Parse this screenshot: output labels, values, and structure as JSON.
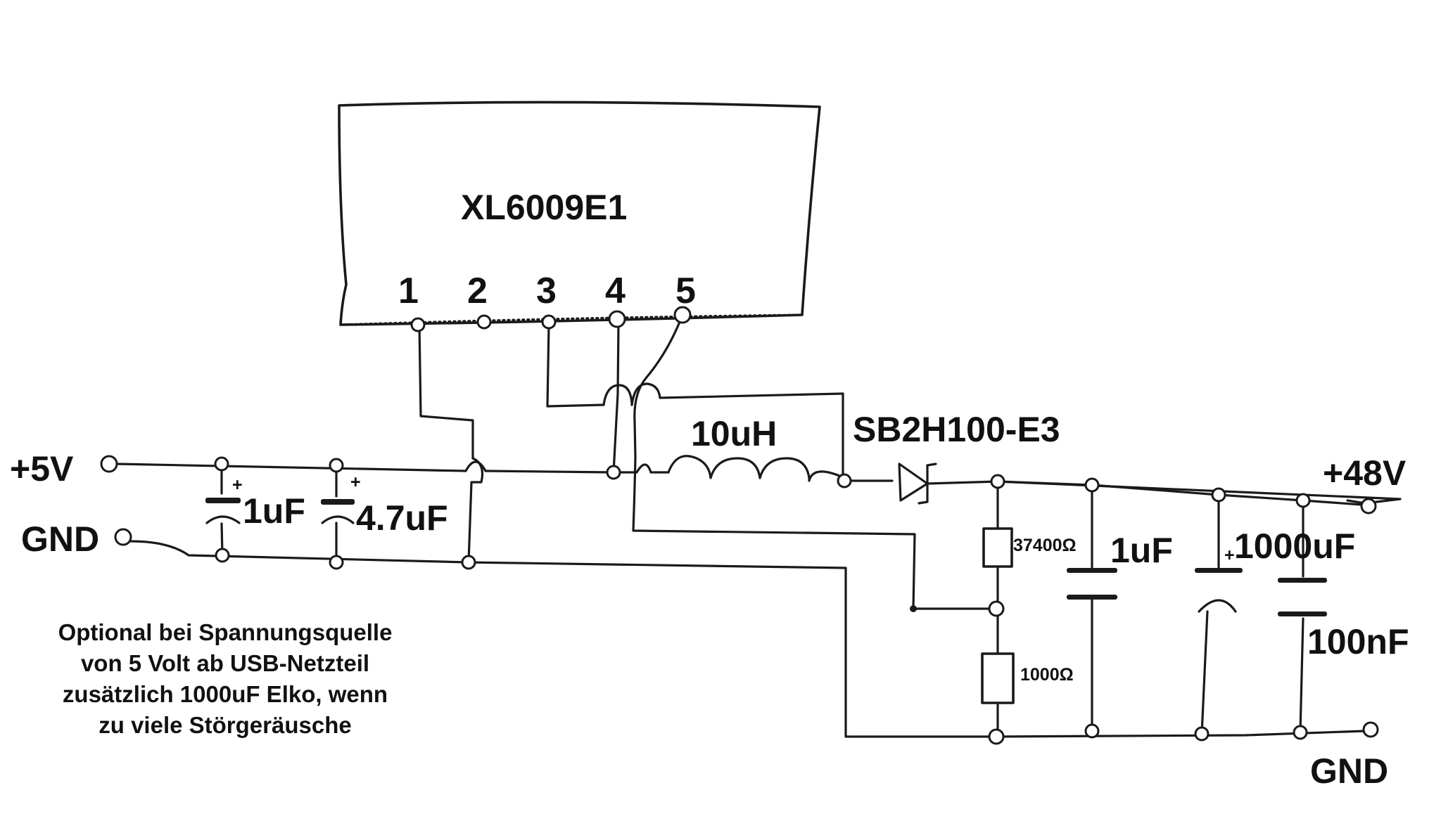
{
  "chip": {
    "name": "XL6009E1",
    "pins": [
      "1",
      "2",
      "3",
      "4",
      "5"
    ]
  },
  "input": {
    "positive": "+5V",
    "ground": "GND"
  },
  "output": {
    "positive": "+48V",
    "ground": "GND"
  },
  "components": {
    "c_in_1": "1uF",
    "c_in_2": "4.7uF",
    "inductor": "10uH",
    "diode": "SB2H100-E3",
    "r_top": "37400Ω",
    "r_bottom": "1000Ω",
    "c_out_1": "1uF",
    "c_out_2": "1000uF",
    "c_out_3": "100nF"
  },
  "polarity_mark": "+",
  "note": [
    "Optional bei Spannungsquelle",
    "von 5 Volt ab USB-Netzteil",
    "zusätzlich 1000uF Elko, wenn",
    "zu viele Störgeräusche"
  ]
}
